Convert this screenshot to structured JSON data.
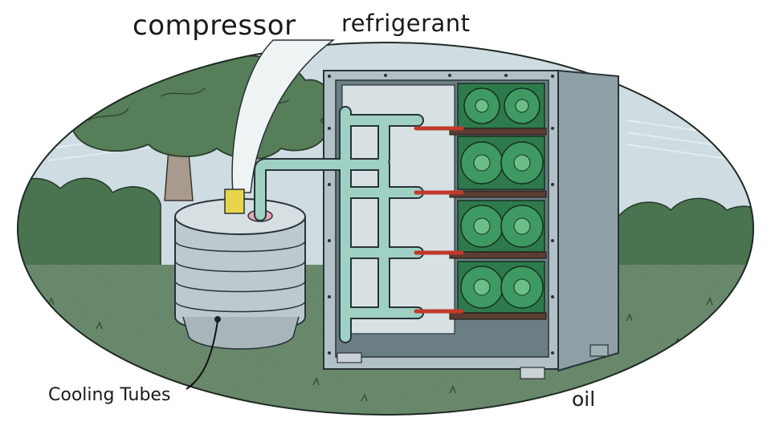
{
  "labels": {
    "compressor": "compressor",
    "refrigerant": "refrigerant",
    "cooling_tubes": "Cooling Tubes",
    "oil": "oil"
  },
  "colors": {
    "sky": "#cfdde2",
    "grass": "#5f7d63",
    "foliage": "#4f7a52",
    "cabinet": "#aebdc1",
    "coil": "#2e7a4c",
    "pipe": "#9fd0c4",
    "red_tube": "#c0392b",
    "tank": "#bcc9cd",
    "yellow_cap": "#e7d64a"
  }
}
